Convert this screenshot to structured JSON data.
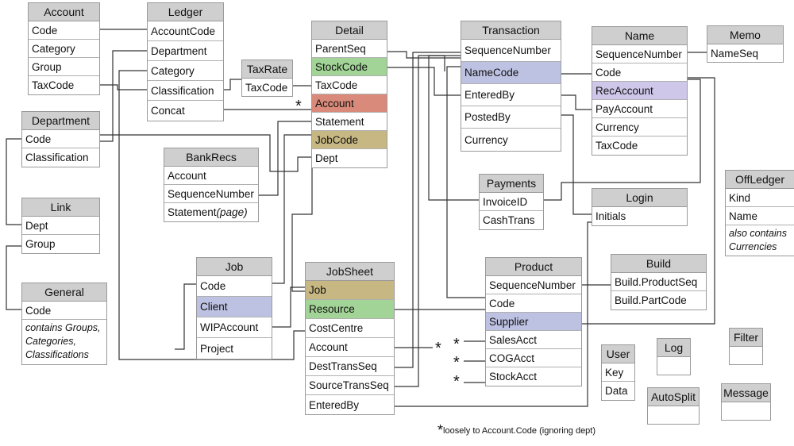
{
  "tables": {
    "account": {
      "title": "Account",
      "fields": [
        "Code",
        "Category",
        "Group",
        "TaxCode"
      ]
    },
    "ledger": {
      "title": "Ledger",
      "fields": [
        "AccountCode",
        "Department",
        "Category",
        "Classification",
        "Concat"
      ]
    },
    "taxrate": {
      "title": "TaxRate",
      "fields": [
        "TaxCode"
      ]
    },
    "detail": {
      "title": "Detail",
      "fields": [
        "ParentSeq",
        "StockCode",
        "TaxCode",
        "Account",
        "Statement",
        "JobCode",
        "Dept"
      ]
    },
    "transaction": {
      "title": "Transaction",
      "fields": [
        "SequenceNumber",
        "NameCode",
        "EnteredBy",
        "PostedBy",
        "Currency"
      ]
    },
    "name": {
      "title": "Name",
      "fields": [
        "SequenceNumber",
        "Code",
        "RecAccount",
        "PayAccount",
        "Currency",
        "TaxCode"
      ]
    },
    "memo": {
      "title": "Memo",
      "fields": [
        "NameSeq"
      ]
    },
    "department": {
      "title": "Department",
      "fields": [
        "Code",
        "Classification"
      ]
    },
    "bankrecs": {
      "title": "BankRecs",
      "fields": [
        "Account",
        "SequenceNumber",
        "Statement (page)"
      ]
    },
    "link": {
      "title": "Link",
      "fields": [
        "Dept",
        "Group"
      ]
    },
    "general": {
      "title": "General",
      "fields": [
        "Code"
      ],
      "note": "contains Groups,\nCategories,\nClassifications"
    },
    "payments": {
      "title": "Payments",
      "fields": [
        "InvoiceID",
        "CashTrans"
      ]
    },
    "login": {
      "title": "Login",
      "fields": [
        "Initials"
      ]
    },
    "offledger": {
      "title": "OffLedger",
      "fields": [
        "Kind",
        "Name"
      ],
      "note": "also contains\nCurrencies"
    },
    "job": {
      "title": "Job",
      "fields": [
        "Code",
        "Client",
        "WIPAccount",
        "Project"
      ]
    },
    "jobsheet": {
      "title": "JobSheet",
      "fields": [
        "Job",
        "Resource",
        "CostCentre",
        "Account",
        "DestTransSeq",
        "SourceTransSeq",
        "EnteredBy"
      ]
    },
    "product": {
      "title": "Product",
      "fields": [
        "SequenceNumber",
        "Code",
        "Supplier",
        "SalesAcct",
        "COGAcct",
        "StockAcct"
      ]
    },
    "build": {
      "title": "Build",
      "fields": [
        "Build.ProductSeq",
        "Build.PartCode"
      ]
    },
    "user": {
      "title": "User",
      "fields": [
        "Key",
        "Data"
      ]
    },
    "log": {
      "title": "Log",
      "fields": []
    },
    "filter": {
      "title": "Filter",
      "fields": []
    },
    "autosplit": {
      "title": "AutoSplit",
      "fields": []
    },
    "message": {
      "title": "Message",
      "fields": []
    }
  },
  "highlight_colors": {
    "green": "#a3d497",
    "blue": "#bec2e2",
    "red": "#d98a7a",
    "tan": "#c7b883",
    "lilac": "#cfc7ea"
  },
  "star_symbol": "*",
  "footnote": {
    "star": "*",
    "text": "loosely to Account.Code (ignoring dept)"
  }
}
